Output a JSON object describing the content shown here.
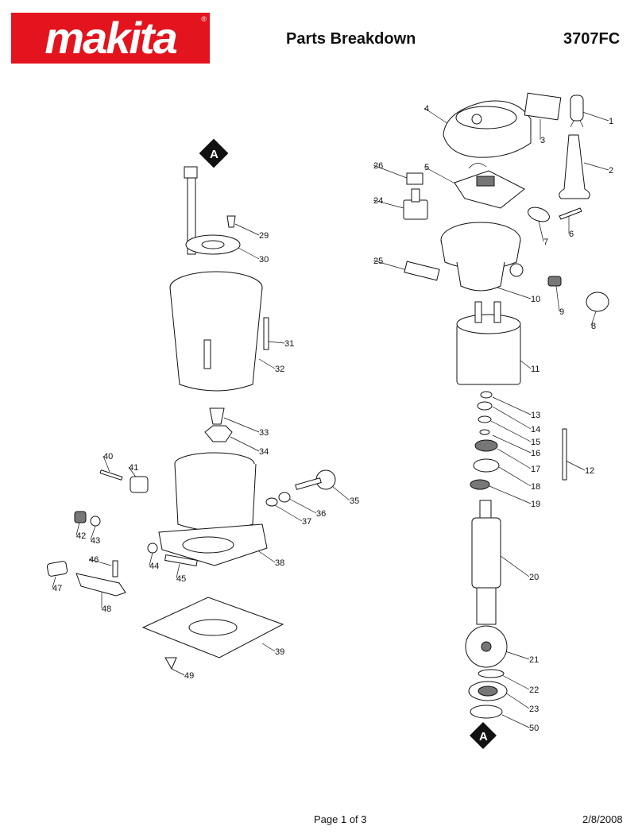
{
  "header": {
    "brand": "makita",
    "title": "Parts Breakdown",
    "model": "3707FC"
  },
  "footer": {
    "page": "Page 1 of 3",
    "date": "2/8/2008"
  },
  "diagram": {
    "reference_tag": "A",
    "callouts": [
      "1",
      "2",
      "3",
      "4",
      "5",
      "6",
      "7",
      "8",
      "9",
      "10",
      "11",
      "12",
      "13",
      "14",
      "15",
      "16",
      "17",
      "18",
      "19",
      "20",
      "21",
      "22",
      "23",
      "24",
      "25",
      "26",
      "29",
      "30",
      "31",
      "32",
      "33",
      "34",
      "35",
      "36",
      "37",
      "38",
      "39",
      "40",
      "41",
      "42",
      "43",
      "44",
      "45",
      "46",
      "47",
      "48",
      "49",
      "50"
    ]
  },
  "colors": {
    "brand_red": "#e3141d",
    "ink": "#111111"
  }
}
